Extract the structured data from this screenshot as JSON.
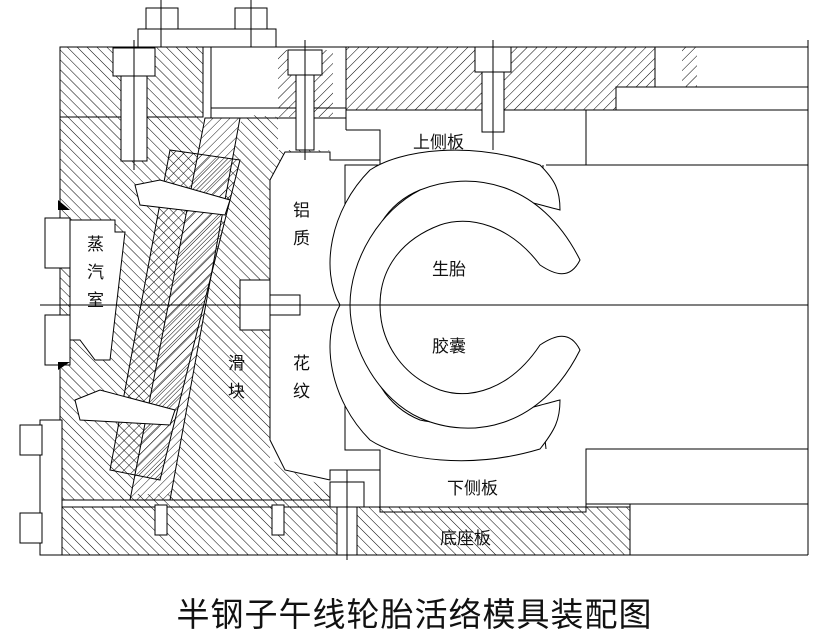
{
  "caption": "半钢子午线轮胎活络模具装配图",
  "labels": {
    "upper_side_plate": "上侧板",
    "aluminum_1": "铝",
    "aluminum_2": "质",
    "pattern_1": "花",
    "pattern_2": "纹",
    "steam_1": "蒸",
    "steam_2": "汽",
    "steam_3": "室",
    "slider_1": "滑",
    "slider_2": "块",
    "green_tire": "生胎",
    "bladder": "胶囊",
    "lower_side_plate": "下侧板",
    "base_plate": "底座板"
  },
  "colors": {
    "line": "#000000",
    "background": "#ffffff"
  }
}
